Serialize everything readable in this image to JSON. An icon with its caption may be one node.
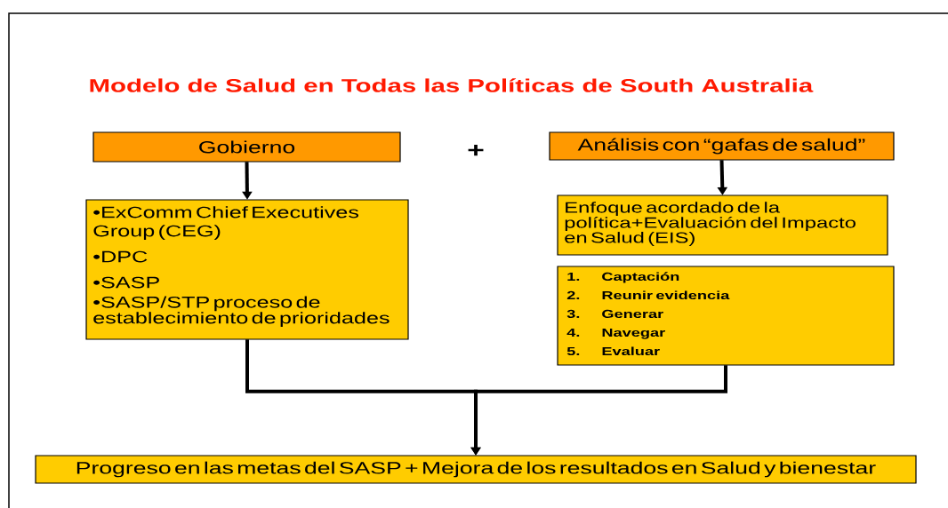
{
  "diagram": {
    "title": "Modelo de Salud en Todas las Políticas de South Australia",
    "nodes": [
      {
        "text": [
          "Gobierno"
        ]
      },
      {
        "text": [
          "Análisis con “gafas de salud”"
        ]
      },
      {
        "text": [
          "•ExComm Chief Executives Group (CEG)",
          "•DPC",
          "•SASP",
          "•SASP/STP proceso de establecimiento de prioridades"
        ]
      },
      {
        "text": [
          "Enfoque acordado de la política+Evaluación del Impacto en Salud (EIS)"
        ]
      },
      {
        "text": [
          "1.",
          "Captación",
          "2.",
          "Reunir evidencia",
          "3.",
          "Generar",
          "4.",
          "Navegar",
          "5.",
          "Evaluar"
        ]
      },
      {
        "text": [
          "Progreso en las metas del SASP + Mejora de los resultados en Salud y bienestar"
        ]
      }
    ],
    "edges": [
      {
        "from": 0,
        "to": 2,
        "arrow": "to"
      },
      {
        "from": 1,
        "to": 3,
        "arrow": "to"
      },
      {
        "from": 2,
        "to": 5,
        "arrow": "to"
      },
      {
        "from": 4,
        "to": 5,
        "arrow": "to"
      }
    ],
    "labels": [
      "+"
    ]
  }
}
